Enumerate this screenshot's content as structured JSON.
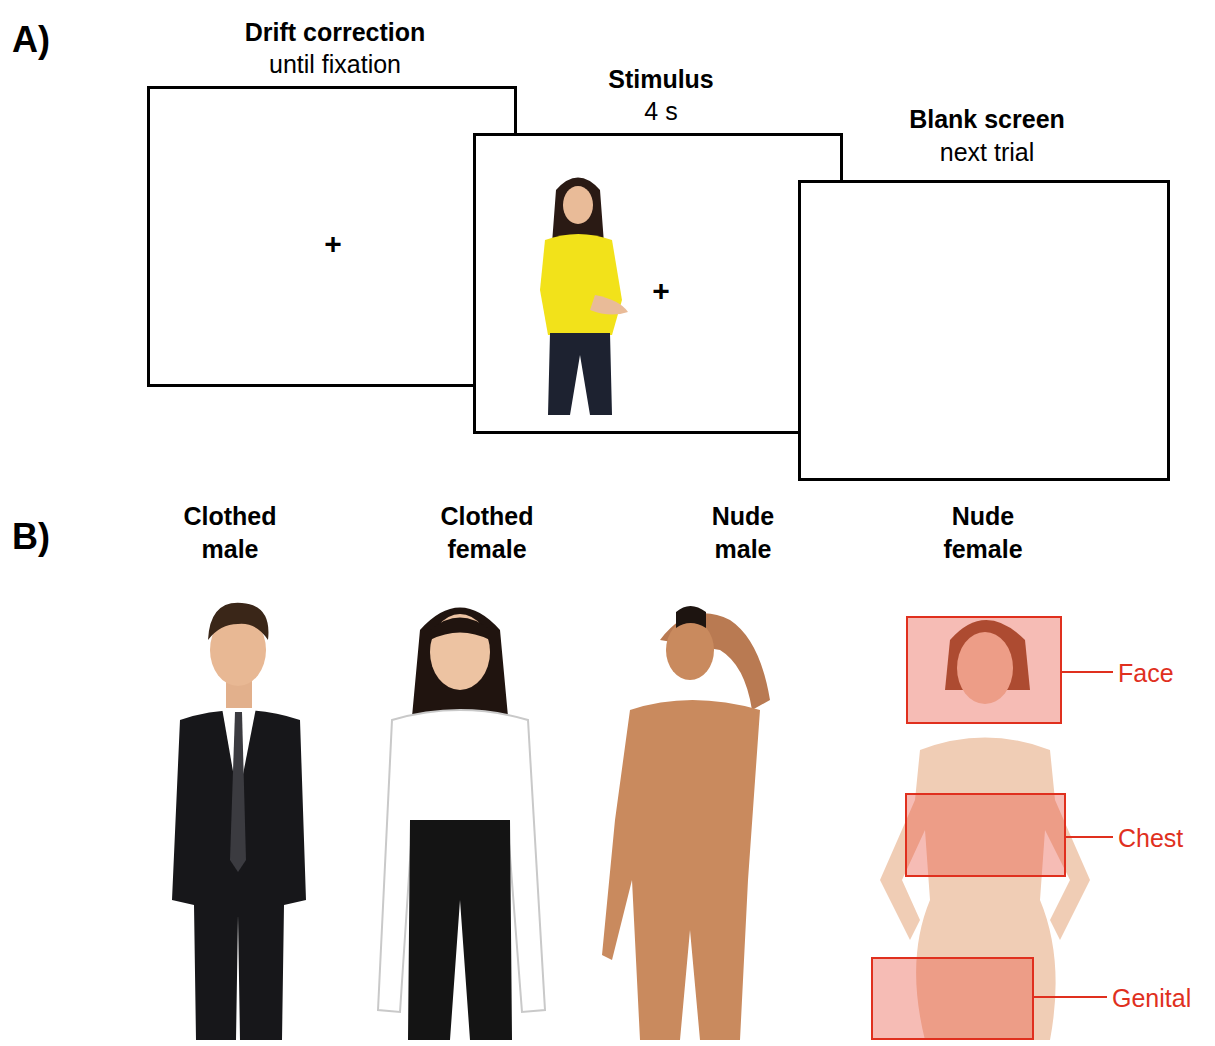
{
  "diagram": {
    "nodes": [
      {
        "text": [
          "Drift correction",
          "until fixation",
          "+"
        ]
      },
      {
        "text": [
          "Stimulus",
          "4 s",
          "+"
        ]
      },
      {
        "text": [
          "Blank screen",
          "next trial"
        ]
      },
      {
        "text": [
          "Face"
        ]
      },
      {
        "text": [
          "Chest"
        ]
      },
      {
        "text": [
          "Genital"
        ]
      }
    ],
    "labels": [
      "A)",
      "B)",
      "Clothed male",
      "Clothed female",
      "Nude male",
      "Nude female"
    ]
  }
}
